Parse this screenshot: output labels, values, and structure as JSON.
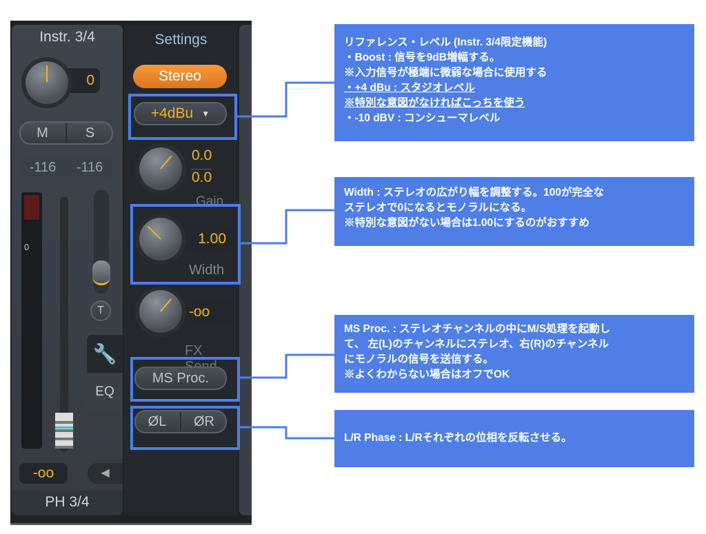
{
  "strip": {
    "title": "Instr. 3/4",
    "pan_value": "0",
    "mute": "M",
    "solo": "S",
    "level_l": "-116",
    "level_r": "-116",
    "meter_zero": "0",
    "talkback": "T",
    "fader_value": "-oo",
    "name": "PH 3/4",
    "tab_eq": "EQ"
  },
  "settings": {
    "title": "Settings",
    "stereo": "Stereo",
    "ref_level": "+4dBu",
    "gain_top": "0.0",
    "gain_bottom": "0.0",
    "gain_label": "Gain",
    "width_value": "1.00",
    "width_label": "Width",
    "fx_value": "-oo",
    "fx_label": "FX Send",
    "ms_proc": "MS Proc.",
    "phase_l": "ØL",
    "phase_r": "ØR"
  },
  "callouts": {
    "ref": {
      "line1": "リファレンス・レベル (Instr. 3/4限定機能)",
      "line2": "・Boost : 信号を9dB増幅する。",
      "line3": "※入力信号が極端に微弱な場合に使用する",
      "line4": "・+4 dBu : スタジオレベル",
      "line5": "※特別な意図がなければこっちを使う",
      "line6": "・-10 dBV : コンシューマレベル"
    },
    "width": {
      "line1": "Width : ステレオの広がり幅を調整する。100が完全な",
      "line2": "ステレオで0になるとモノラルになる。",
      "line3": "※特別な意図がない場合は1.00にするのがおすすめ"
    },
    "ms": {
      "line1": "MS Proc. : ステレオチャンネルの中にM/S処理を起動し",
      "line2": "て、 左(L)のチャンネルにステレオ、右(R)のチャンネル",
      "line3": "にモノラルの信号を送信する。",
      "line4": "※よくわからない場合はオフでOK"
    },
    "phase": {
      "line1": "L/R Phase : L/Rそれぞれの位相を反転させる。"
    }
  },
  "colors": {
    "accent": "#4f7fe6",
    "value": "#f5b21c",
    "stereo": "#f0842a"
  }
}
